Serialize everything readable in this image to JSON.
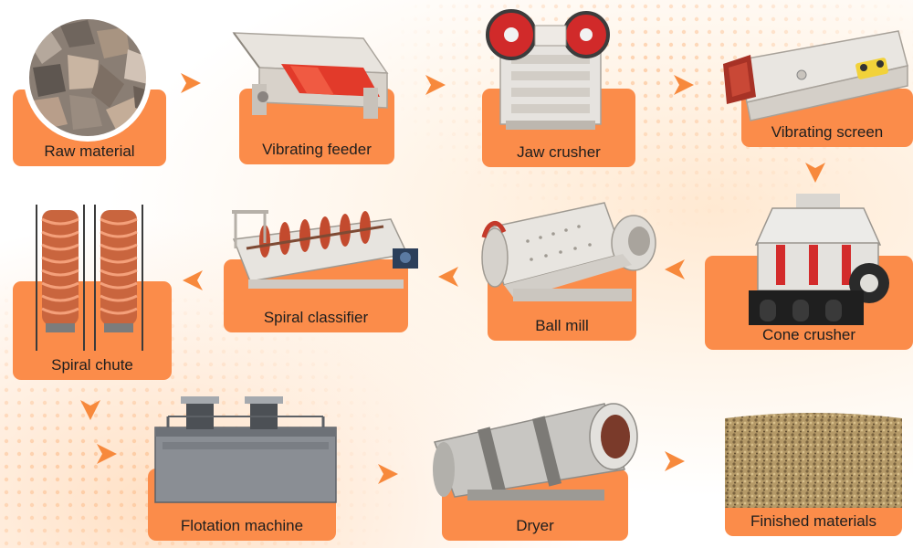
{
  "steps": [
    {
      "label": "Raw material"
    },
    {
      "label": "Vibrating feeder"
    },
    {
      "label": "Jaw crusher"
    },
    {
      "label": "Vibrating screen"
    },
    {
      "label": "Cone crusher"
    },
    {
      "label": "Ball mill"
    },
    {
      "label": "Spiral classifier"
    },
    {
      "label": "Spiral chute"
    },
    {
      "label": "Flotation machine"
    },
    {
      "label": "Dryer"
    },
    {
      "label": "Finished materials"
    }
  ],
  "colors": {
    "accent": "#fb8c4a",
    "arrow": "#f7893c",
    "text": "#1e1e1e"
  }
}
